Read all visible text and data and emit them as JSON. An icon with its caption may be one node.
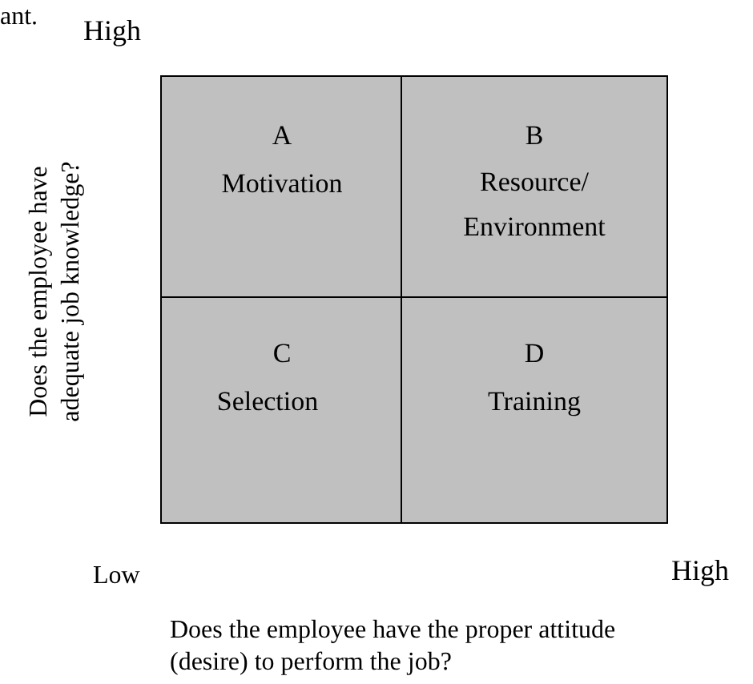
{
  "diagram": {
    "nodes": [
      {
        "text": [
          "A",
          "Motivation"
        ]
      },
      {
        "text": [
          "B",
          "Resource/ Environment"
        ]
      },
      {
        "text": [
          "C",
          "Selection"
        ]
      },
      {
        "text": [
          "D",
          "Training"
        ]
      }
    ],
    "labels": [
      "ant.",
      "High",
      "Does the employee have adequate job knowledge?",
      "Low",
      "High",
      "Does the employee have the proper attitude (desire) to perform the job?"
    ]
  }
}
